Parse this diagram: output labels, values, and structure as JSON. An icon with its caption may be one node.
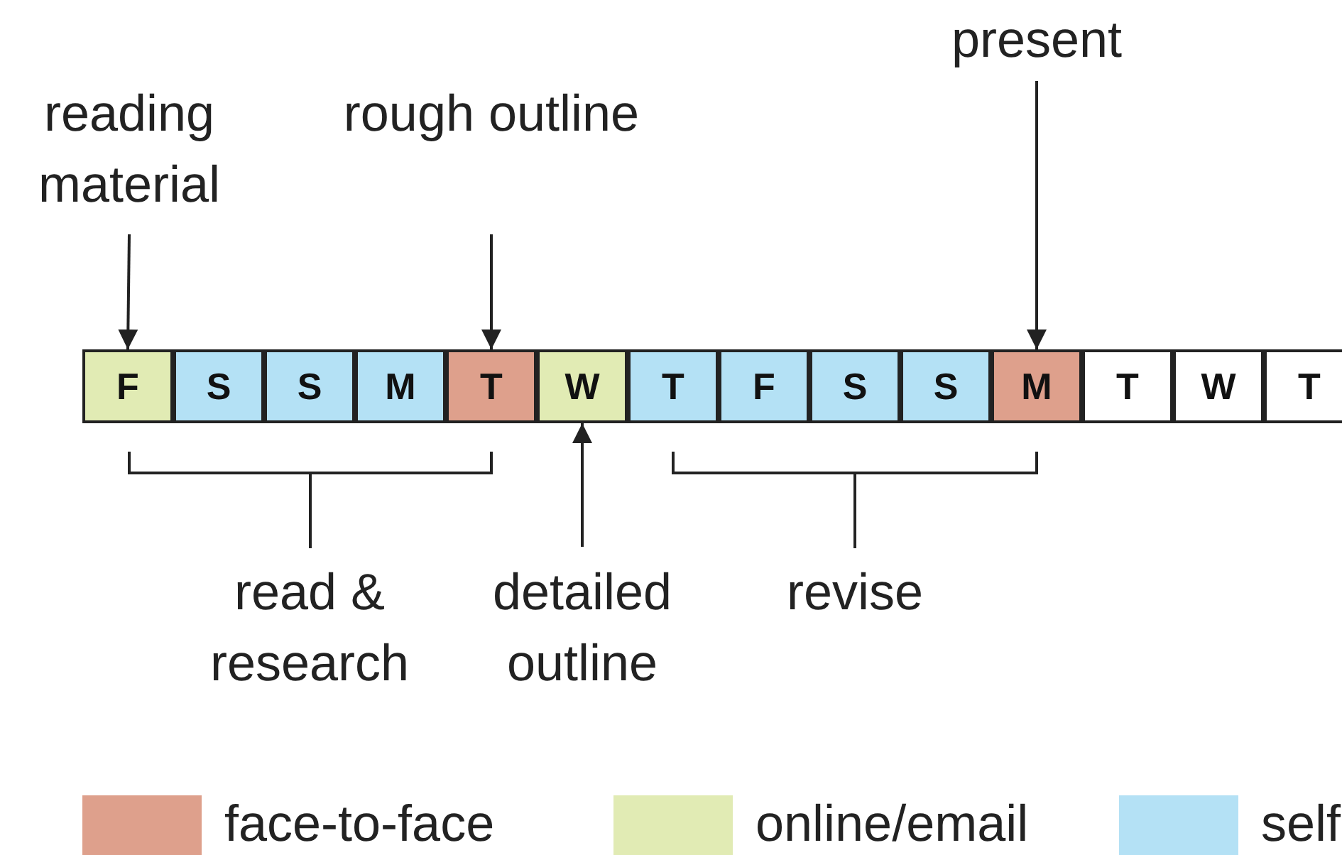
{
  "diagram": {
    "nodes": [
      {
        "text": [
          "F"
        ]
      },
      {
        "text": [
          "S"
        ]
      },
      {
        "text": [
          "S"
        ]
      },
      {
        "text": [
          "M"
        ]
      },
      {
        "text": [
          "T"
        ]
      },
      {
        "text": [
          "W"
        ]
      },
      {
        "text": [
          "T"
        ]
      },
      {
        "text": [
          "F"
        ]
      },
      {
        "text": [
          "S"
        ]
      },
      {
        "text": [
          "S"
        ]
      },
      {
        "text": [
          "M"
        ]
      },
      {
        "text": [
          "T"
        ]
      },
      {
        "text": [
          "W"
        ]
      },
      {
        "text": [
          "T"
        ]
      },
      {
        "text": [
          "reading material"
        ]
      },
      {
        "text": [
          "rough outline"
        ]
      },
      {
        "text": [
          "present"
        ]
      },
      {
        "text": [
          "detailed outline"
        ]
      }
    ],
    "edges": [
      {
        "from": 14,
        "to": 0,
        "arrow": "to"
      },
      {
        "from": 15,
        "to": 4,
        "arrow": "to"
      },
      {
        "from": 16,
        "to": 10,
        "arrow": "to"
      },
      {
        "from": 17,
        "to": 5,
        "arrow": "to"
      }
    ],
    "labels": [
      "read & research",
      "revise"
    ],
    "legend": [
      {
        "text": "face-to-face",
        "color": "#dea08c"
      },
      {
        "text": "online/email",
        "color": "#e1ebb4"
      },
      {
        "text": "self",
        "color": "#b4e1f5"
      }
    ]
  }
}
